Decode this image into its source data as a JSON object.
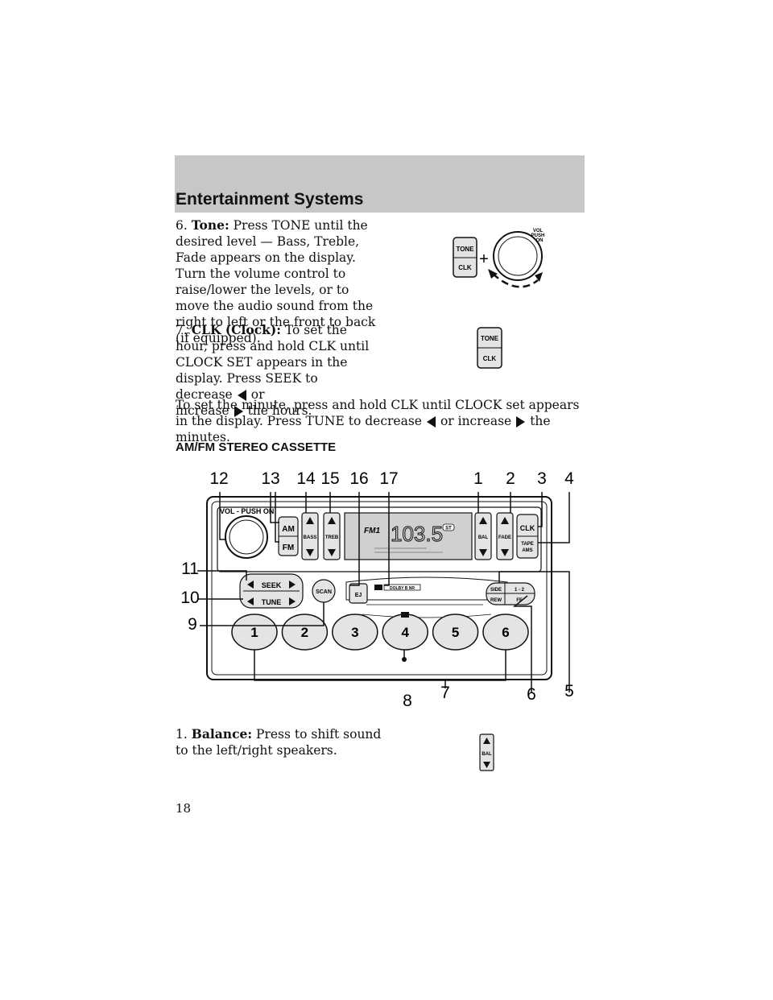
{
  "header": {
    "title": "Entertainment Systems"
  },
  "items": {
    "tone": {
      "num": "6.",
      "label": "Tone:",
      "text": " Press TONE until the desired level — Bass, Treble, Fade appears on the display. Turn the volume control to raise/lower the levels, or to move the audio sound from the right to left or the front to back (if equipped)."
    },
    "clk": {
      "num": "7.",
      "label": "CLK (Clock):",
      "text_a": " To set the hour, press and hold CLK until CLOCK SET appears in the display. Press SEEK to decrease",
      "text_or": "or",
      "text_inc": "increase",
      "text_b": "the hours."
    },
    "minute": {
      "text_a": "To set the minute, press and hold CLK until CLOCK set appears in the display. Press TUNE to decrease",
      "text_or": "or increase",
      "text_b": "the minutes."
    },
    "balance": {
      "num": "1.",
      "label": "Balance:",
      "text": " Press to shift sound to the left/right speakers."
    }
  },
  "section_heading": "AM/FM STEREO CASSETTE",
  "page_number": "18",
  "fig_tone": {
    "tone": "TONE",
    "clk": "CLK",
    "plus": "+",
    "vol1": "VOL",
    "vol2": "PUSH",
    "vol3": "ON"
  },
  "fig_clk": {
    "tone": "TONE",
    "clk": "CLK"
  },
  "fig_bal": {
    "label": "BAL"
  },
  "radio": {
    "callouts": [
      "1",
      "2",
      "3",
      "4",
      "5",
      "6",
      "7",
      "8",
      "9",
      "10",
      "11",
      "12",
      "13",
      "14",
      "15",
      "16",
      "17"
    ],
    "vol_label": "VOL - PUSH ON",
    "am": "AM",
    "fm": "FM",
    "bass": "BASS",
    "treb": "TREB",
    "band": "FM1",
    "freq": "103.5",
    "st": "ST",
    "bal": "BAL",
    "fade": "FADE",
    "clk": "CLK",
    "tape1": "TAPE",
    "tape2": "AMS",
    "seek": "SEEK",
    "tune": "TUNE",
    "scan": "SCAN",
    "ej": "EJ",
    "dolby": "DOLBY B NR",
    "side": "SIDE",
    "rew": "REW",
    "side12": "1 - 2",
    "ff": "FF",
    "presets": [
      "1",
      "2",
      "3",
      "4",
      "5",
      "6"
    ]
  },
  "colors": {
    "header_band": "#c7c7c7",
    "ink": "#111111",
    "display": "#d0d0d0",
    "button": "#e4e4e4"
  }
}
